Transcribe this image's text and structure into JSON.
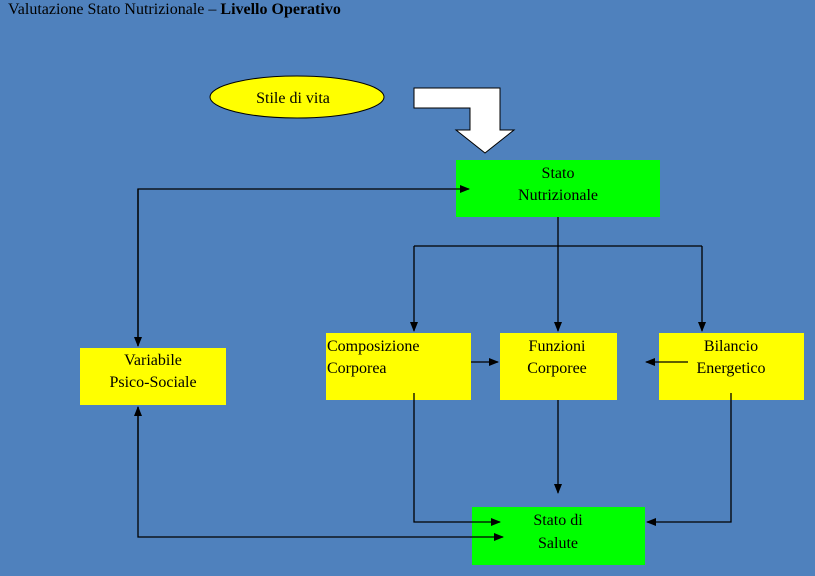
{
  "title": {
    "prefix": "Valutazione Stato Nutrizionale – ",
    "emphasis": "Livello Operativo"
  },
  "nodes": {
    "stile_di_vita": {
      "lines": [
        "Stile di vita"
      ],
      "color": "#ffff00"
    },
    "stato_nutrizionale": {
      "lines": [
        "Stato",
        "Nutrizionale"
      ],
      "color": "#00ff00"
    },
    "variabile_psico_sociale": {
      "lines": [
        "Variabile",
        "Psico-Sociale"
      ],
      "color": "#ffff00"
    },
    "composizione_corporea": {
      "lines": [
        "Composizione",
        "Corporea"
      ],
      "color": "#ffff00"
    },
    "funzioni_corporee": {
      "lines": [
        "Funzioni",
        "Corporee"
      ],
      "color": "#ffff00"
    },
    "bilancio_energetico": {
      "lines": [
        "Bilancio",
        "Energetico"
      ],
      "color": "#ffff00"
    },
    "stato_di_salute": {
      "lines": [
        "Stato di",
        "Salute"
      ],
      "color": "#00ff00"
    }
  },
  "colors": {
    "background": "#4f81bd",
    "connector": "#000000",
    "big_arrow_fill": "#ffffff"
  }
}
